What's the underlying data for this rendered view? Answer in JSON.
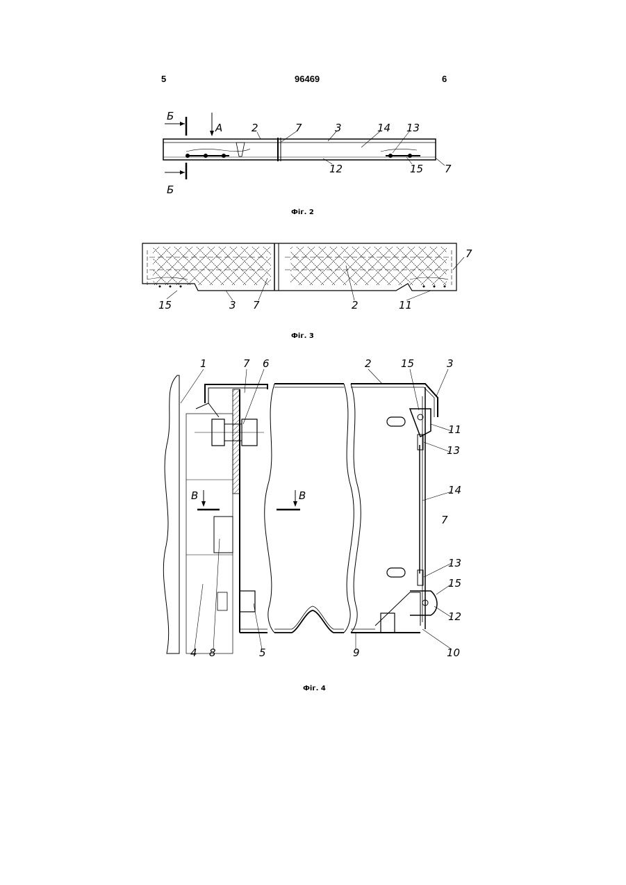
{
  "header": {
    "left_page": "5",
    "patent_number": "96469",
    "right_page": "6"
  },
  "figures": [
    {
      "caption": "Фіг. 2",
      "labels": {
        "section": "Б",
        "section_bottom": "Б",
        "view": "А",
        "n2": "2",
        "n7a": "7",
        "n3": "3",
        "n14": "14",
        "n13": "13",
        "n12": "12",
        "n15": "15",
        "n7b": "7"
      }
    },
    {
      "caption": "Фіг. 3",
      "labels": {
        "n7top": "7",
        "n15": "15",
        "n3": "3",
        "n7": "7",
        "n2": "2",
        "n11": "11"
      }
    },
    {
      "caption": "Фіг. 4",
      "labels": {
        "n1": "1",
        "n7a": "7",
        "n6": "6",
        "n2": "2",
        "n15a": "15",
        "n3": "3",
        "n11": "11",
        "n13a": "13",
        "nB1": "В",
        "nB2": "В",
        "n14": "14",
        "n7b": "7",
        "n13b": "13",
        "n15b": "15",
        "n12": "12",
        "n4": "4",
        "n8": "8",
        "n5": "5",
        "n9": "9",
        "n10": "10"
      }
    }
  ]
}
